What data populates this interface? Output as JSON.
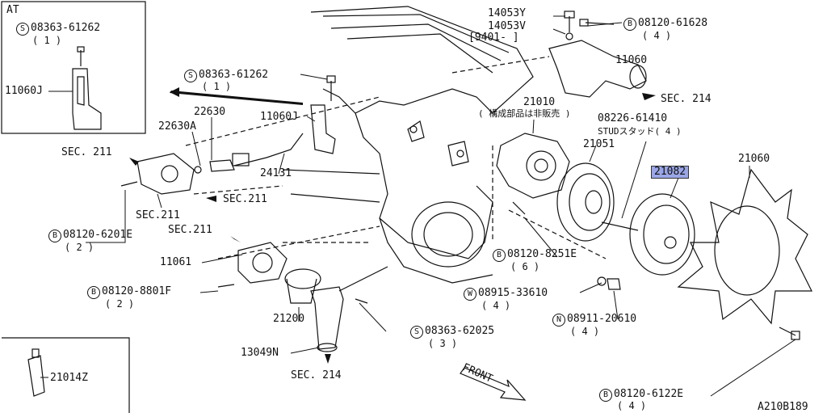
{
  "inset_at": {
    "title": "AT",
    "part1": "08363-61262",
    "part1_qty": "( 1 )",
    "bracket": "11060J"
  },
  "inset_bottom": {
    "part": "21014Z"
  },
  "parts": {
    "p14053Y": "14053Y",
    "p14053V": "14053V",
    "date_range": "[9401-    ]",
    "p08120_61628": "08120-61628",
    "p08120_61628_qty": "( 4 )",
    "p11060": "11060",
    "sec214_top": "SEC. 214",
    "p08363_61262": "08363-61262",
    "p08363_61262_qty": "( 1 )",
    "p22630": "22630",
    "p22630A": "22630A",
    "p11060J": "11060J",
    "sec211_a": "SEC. 211",
    "p24131": "24131",
    "sec211_b": "SEC.211",
    "sec211_c": "SEC.211",
    "sec211_d": "SEC.211",
    "p08120_6201E": "08120-6201E",
    "p08120_6201E_qty": "( 2 )",
    "p11061": "11061",
    "p08120_8801F": "08120-8801F",
    "p08120_8801F_qty": "( 2 )",
    "p21200": "21200",
    "p13049N": "13049N",
    "sec214_bottom": "SEC. 214",
    "p08363_62025": "08363-62025",
    "p08363_62025_qty": "( 3 )",
    "p21010": "21010",
    "p21010_note": "( 構成部品は非販売 )",
    "p08226_61410": "08226-61410",
    "stud_note": "STUDスタッド( 4 )",
    "p21051": "21051",
    "p21082": "21082",
    "p21060": "21060",
    "p08120_8251E": "08120-8251E",
    "p08120_8251E_qty": "( 6 )",
    "p08915_33610": "08915-33610",
    "p08915_33610_qty": "( 4 )",
    "p08911_20610": "08911-20610",
    "p08911_20610_qty": "( 4 )",
    "p08120_6122E": "08120-6122E",
    "p08120_6122E_qty": "( 4 )",
    "front": "FRONT",
    "ref_code": "A210B189"
  },
  "prefix": {
    "S": "S",
    "B": "B",
    "W": "W",
    "N": "N"
  },
  "colors": {
    "highlight": "#9aa6e6",
    "line": "#111111"
  }
}
